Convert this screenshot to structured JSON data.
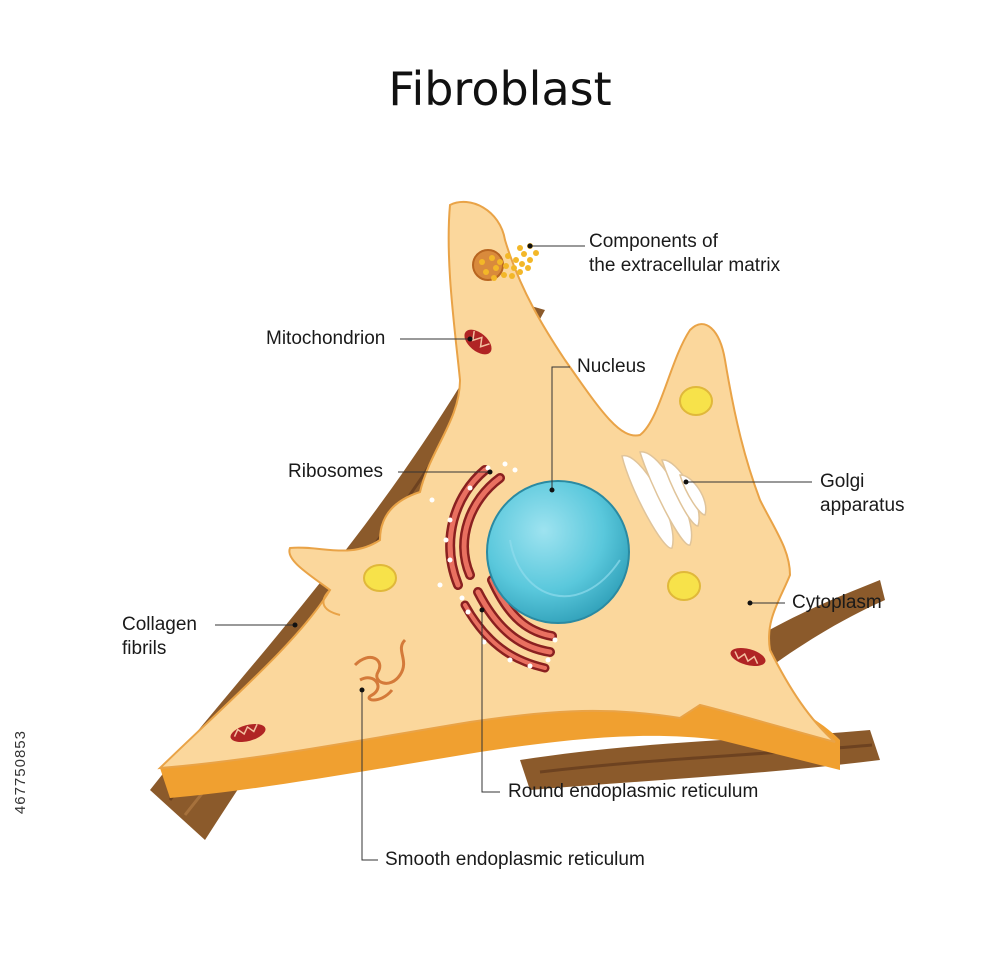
{
  "title": "Fibroblast",
  "labels": {
    "ecm_line1": "Components of",
    "ecm_line2": "the extracellular matrix",
    "mitochondrion": "Mitochondrion",
    "nucleus": "Nucleus",
    "ribosomes": "Ribosomes",
    "golgi_line1": "Golgi",
    "golgi_line2": "apparatus",
    "cytoplasm": "Cytoplasm",
    "collagen_line1": "Collagen",
    "collagen_line2": "fibrils",
    "rough_er": "Round endoplasmic reticulum",
    "smooth_er": "Smooth endoplasmic reticulum"
  },
  "stock_id": "467750853",
  "colors": {
    "cytoplasm": "#fbd79c",
    "cell_edge": "#f0a030",
    "collagen": "#8b5a2b",
    "nucleus": "#5ac8dc",
    "mitochondria": "#b02424",
    "vesicle": "#f7e24a",
    "ecm": "#f3b728"
  }
}
